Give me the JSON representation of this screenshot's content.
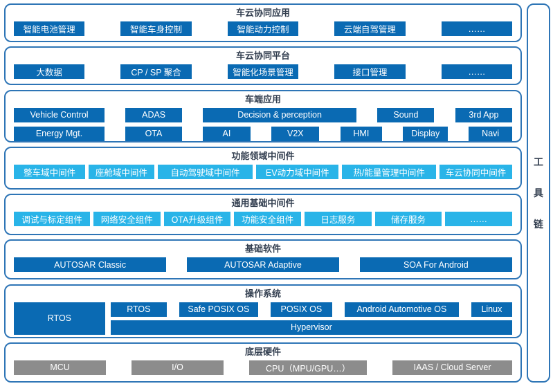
{
  "colors": {
    "block_blue": "#0a6ab3",
    "block_cyan": "#29b4e8",
    "block_gray": "#8c8c8c",
    "border_blue": "#2e75b6",
    "title_text": "#333f50"
  },
  "toolchain": {
    "label": "工具链",
    "chars": [
      "工",
      "具",
      "链"
    ]
  },
  "layers": [
    {
      "title": "车云协同应用",
      "rows": [
        [
          "智能电池管理",
          "智能车身控制",
          "智能动力控制",
          "云端自驾管理",
          "……"
        ]
      ]
    },
    {
      "title": "车云协同平台",
      "rows": [
        [
          "大数据",
          "CP / SP 聚合",
          "智能化场景管理",
          "接口管理",
          "……"
        ]
      ]
    },
    {
      "title": "车端应用",
      "rows": [
        [
          "Vehicle Control",
          "ADAS",
          "Decision & perception",
          "Sound",
          "3rd App"
        ],
        [
          "Energy Mgt.",
          "OTA",
          "AI",
          "V2X",
          "HMI",
          "Display",
          "Navi"
        ]
      ]
    },
    {
      "title": "功能领域中间件",
      "rows": [
        [
          "整车域中间件",
          "座舱域中间件",
          "自动驾驶域中间件",
          "EV动力域中间件",
          "热/能量管理中间件",
          "车云协同中间件"
        ]
      ]
    },
    {
      "title": "通用基础中间件",
      "rows": [
        [
          "调试与标定组件",
          "网络安全组件",
          "OTA升级组件",
          "功能安全组件",
          "日志服务",
          "储存服务",
          "……"
        ]
      ]
    },
    {
      "title": "基础软件",
      "rows": [
        [
          "AUTOSAR Classic",
          "AUTOSAR Adaptive",
          "SOA For Android"
        ]
      ]
    },
    {
      "title": "操作系统",
      "left": "RTOS",
      "row": [
        "RTOS",
        "Safe POSIX OS",
        "POSIX OS",
        "Android Automotive OS",
        "Linux"
      ],
      "hypervisor": "Hypervisor"
    },
    {
      "title": "底层硬件",
      "rows": [
        [
          "MCU",
          "I/O",
          "CPU（MPU/GPU…）",
          "IAAS / Cloud Server"
        ]
      ]
    }
  ]
}
